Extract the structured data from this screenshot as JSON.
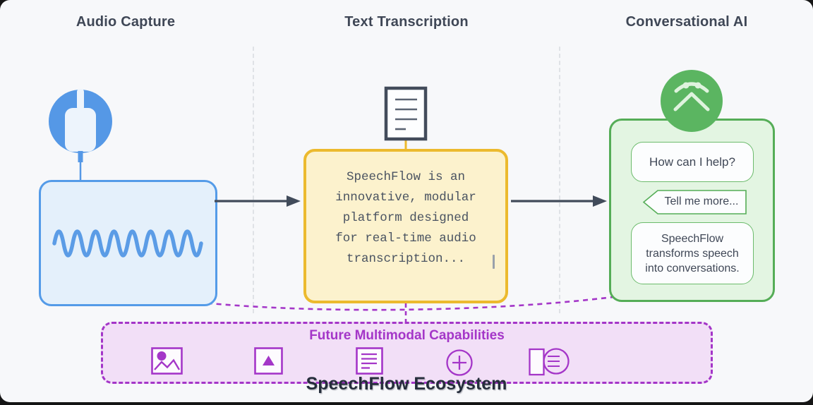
{
  "diagram": {
    "columns": [
      {
        "label": "Audio Capture"
      },
      {
        "label": "Text Transcription"
      },
      {
        "label": "Conversational AI"
      }
    ],
    "audio": {
      "node_icon": "microphone-plug-icon",
      "node_content": "waveform-icon"
    },
    "transcription": {
      "node_icon": "transcript-document-icon",
      "lines": [
        "SpeechFlow is an",
        "innovative, modular",
        "platform designed",
        "for real-time audio",
        "transcription..."
      ],
      "cursor_visible": true
    },
    "chat": {
      "node_icon": "assistant-face-icon",
      "bubbles": [
        {
          "text": "How can I help?"
        },
        {
          "text": "Tell me more..."
        },
        {
          "text": "SpeechFlow transforms speech into conversations."
        }
      ]
    },
    "future": {
      "title": "Future Multimodal Capabilities",
      "icons": [
        "image-icon",
        "video-icon",
        "document-icon",
        "add-icon",
        "audio-icon"
      ]
    },
    "footer": {
      "title": "SpeechFlow Ecosystem"
    },
    "colors": {
      "blue": "#549be8",
      "blue_fill": "#e4f0fb",
      "yellow": "#ecba2e",
      "yellow_fill": "#fcf2cd",
      "green": "#55ad57",
      "green_fill": "#e3f5e2",
      "green_solid": "#5bb561",
      "purple": "#a436c8",
      "purple_fill": "#f2dff7",
      "dark": "#3f4756",
      "arrow": "#414b5a"
    }
  }
}
